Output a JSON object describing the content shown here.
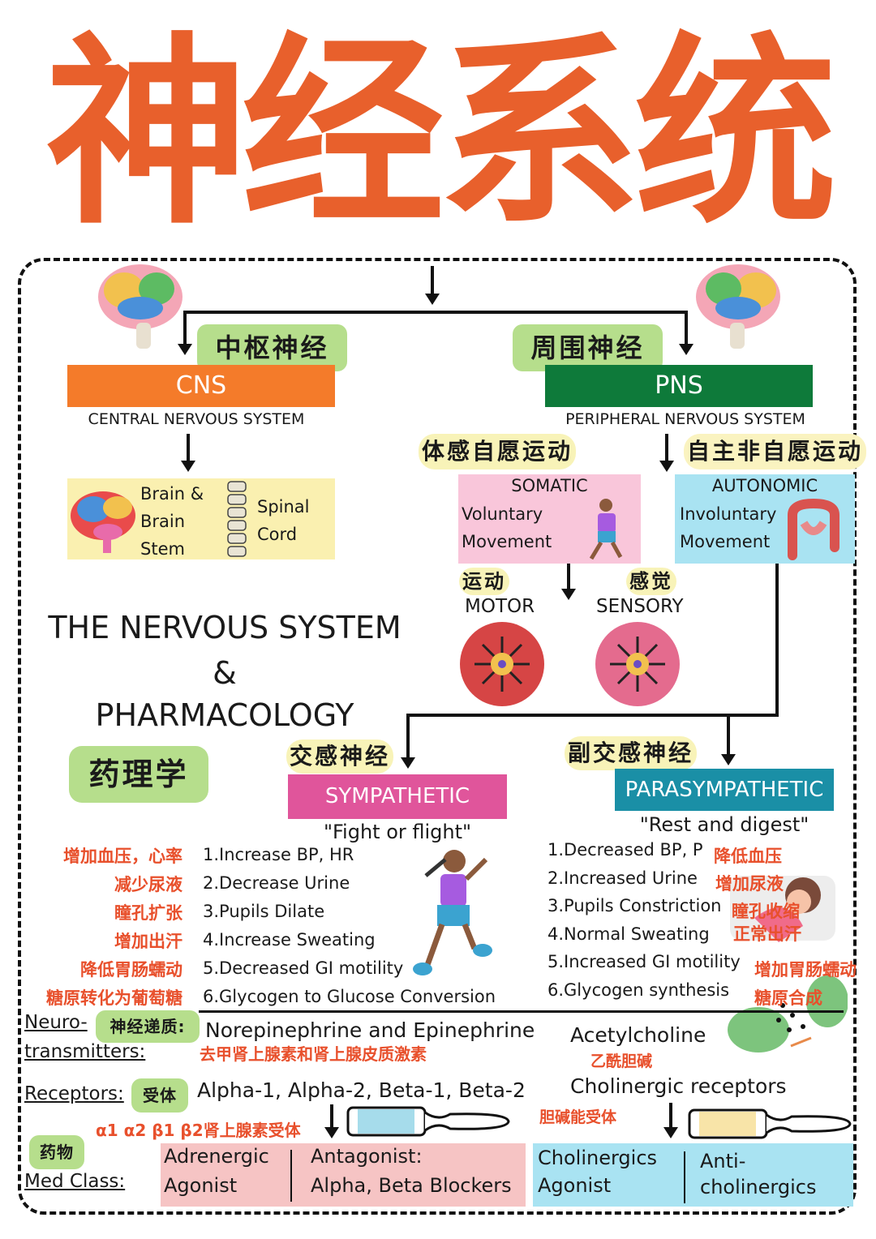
{
  "title": "神经系统",
  "cns": {
    "cn": "中枢神经",
    "label": "CNS",
    "full": "CENTRAL NERVOUS SYSTEM",
    "brain": "Brain & Brain Stem",
    "spinal": "Spinal Cord",
    "color": "#F47B2A"
  },
  "pns": {
    "cn": "周围神经",
    "label": "PNS",
    "full": "PERIPHERAL NERVOUS SYSTEM",
    "color": "#0E7A3A"
  },
  "somatic": {
    "cn": "体感自愿运动",
    "label": "SOMATIC",
    "desc1": "Voluntary",
    "desc2": "Movement",
    "color": "#F9C6DA"
  },
  "autonomic": {
    "cn": "自主非自愿运动",
    "label": "AUTONOMIC",
    "desc1": "Involuntary",
    "desc2": "Movement",
    "color": "#A9E3F2"
  },
  "motor": {
    "cn": "运动",
    "label": "MOTOR"
  },
  "sensory": {
    "cn": "感觉",
    "label": "SENSORY"
  },
  "heading": {
    "line1": "THE NERVOUS SYSTEM",
    "line2": "&",
    "line3": "PHARMACOLOGY",
    "cn": "药理学"
  },
  "sympathetic": {
    "cn": "交感神经",
    "label": "SYMPATHETIC",
    "tagline": "\"Fight or flight\"",
    "color": "#E0559B",
    "items": [
      "1.Increase BP, HR",
      "2.Decrease Urine",
      "3.Pupils Dilate",
      "4.Increase Sweating",
      "5.Decreased GI motility",
      "6.Glycogen to Glucose Conversion"
    ],
    "items_cn": [
      "增加血压，心率",
      "减少尿液",
      "瞳孔扩张",
      "增加出汗",
      "降低胃肠蠕动",
      "糖原转化为葡萄糖"
    ]
  },
  "parasympathetic": {
    "cn": "副交感神经",
    "label": "PARASYMPATHETIC",
    "tagline": "\"Rest and digest\"",
    "color": "#1A8FA6",
    "items": [
      "1.Decreased BP, P",
      "2.Increased Urine",
      "3.Pupils Constriction",
      "4.Normal Sweating",
      "5.Increased GI motility",
      "6.Glycogen synthesis"
    ],
    "items_cn": [
      "降低血压",
      "增加尿液",
      "瞳孔收缩",
      "正常出汗",
      "增加胃肠蠕动",
      "糖原合成"
    ]
  },
  "neurotransmitters": {
    "label1": "Neuro-",
    "label2": "transmitters:",
    "cn": "神经递质:",
    "symp": "Norepinephrine and Epinephrine",
    "symp_cn": "去甲肾上腺素和肾上腺皮质激素",
    "para": "Acetylcholine",
    "para_cn": "乙酰胆碱"
  },
  "receptors": {
    "label": "Receptors:",
    "cn": "受体",
    "symp": "Alpha-1, Alpha-2, Beta-1, Beta-2",
    "symp_cn": "α1 α2 β1 β2肾上腺素受体",
    "para": "Cholinergic receptors",
    "para_cn": "胆碱能受体"
  },
  "med_class": {
    "label": "Med Class:",
    "cn": "药物",
    "symp_agonist1": "Adrenergic",
    "symp_agonist2": "Agonist",
    "symp_antag1": "Antagonist:",
    "symp_antag2": "Alpha, Beta Blockers",
    "para_agonist1": "Cholinergics",
    "para_agonist2": "Agonist",
    "para_antag1": "Anti-",
    "para_antag2": "cholinergics"
  }
}
